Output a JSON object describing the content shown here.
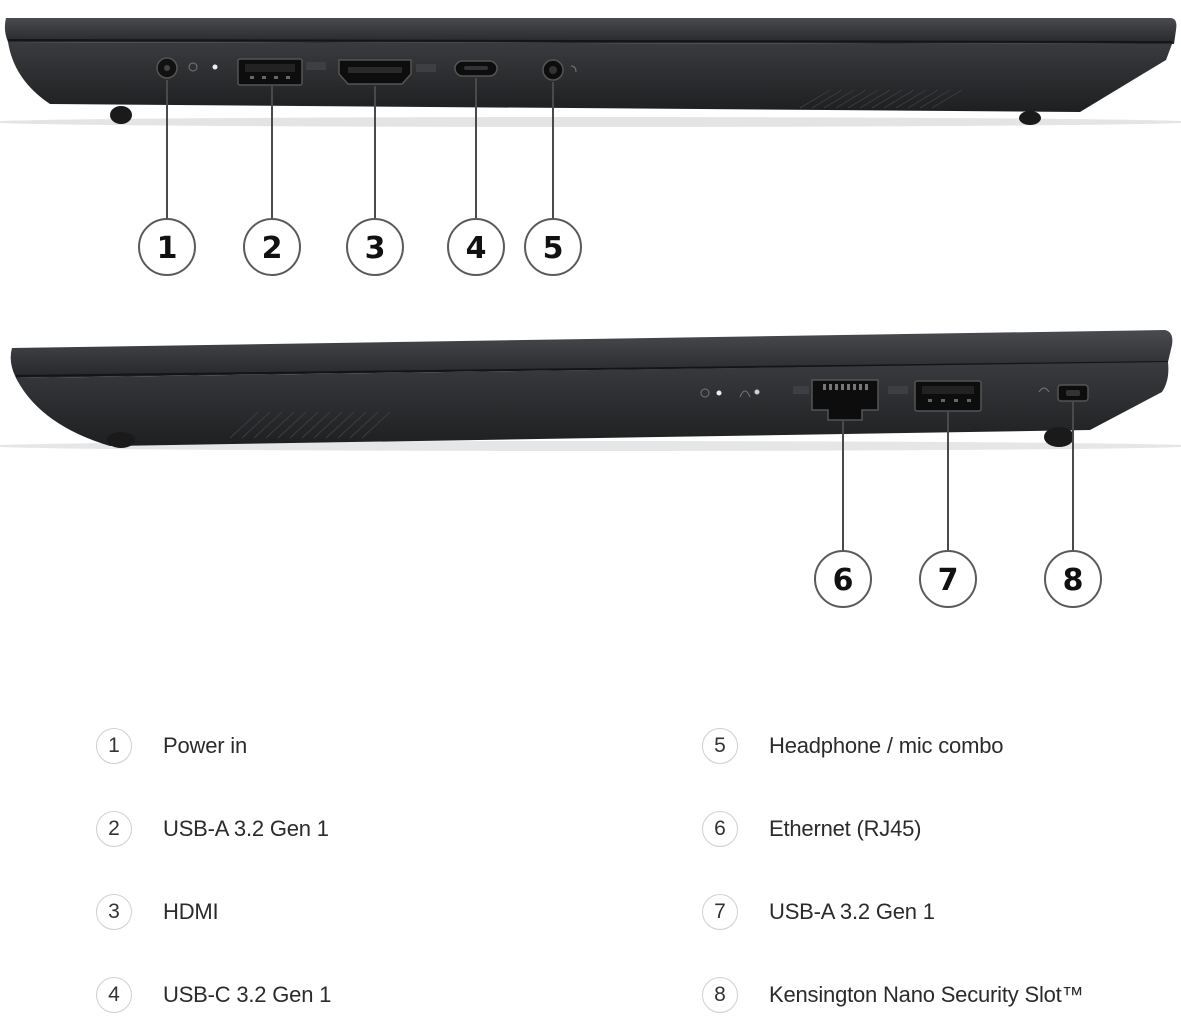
{
  "callouts": [
    "1",
    "2",
    "3",
    "4",
    "5",
    "6",
    "7",
    "8"
  ],
  "legend": {
    "left": [
      {
        "num": "1",
        "label": "Power in"
      },
      {
        "num": "2",
        "label": "USB-A 3.2 Gen 1"
      },
      {
        "num": "3",
        "label": "HDMI"
      },
      {
        "num": "4",
        "label": "USB-C 3.2 Gen 1"
      }
    ],
    "right": [
      {
        "num": "5",
        "label": "Headphone / mic combo"
      },
      {
        "num": "6",
        "label": "Ethernet (RJ45)"
      },
      {
        "num": "7",
        "label": "USB-A 3.2 Gen 1"
      },
      {
        "num": "8",
        "label": "Kensington Nano Security Slot™"
      }
    ]
  },
  "colors": {
    "chassis": "#2b2c2e",
    "chassis_dark": "#1c1d1f",
    "leader_line": "#4a4a4a",
    "badge_border": "#cfcfcf"
  }
}
